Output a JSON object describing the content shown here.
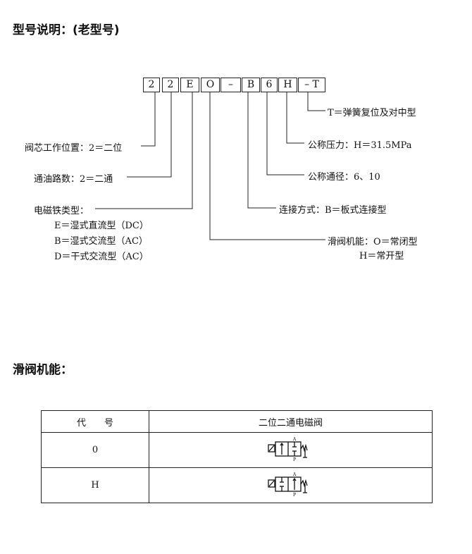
{
  "heading1": "型号说明：(老型号)",
  "code_boxes": [
    "2",
    "2",
    "E",
    "O",
    "–",
    "B",
    "6",
    "H",
    "– T"
  ],
  "left": {
    "position": "阀芯工作位置：2＝二位",
    "ports": "通油路数：2＝二通",
    "solenoid": "电磁铁类型：",
    "sol_e": "E＝湿式直流型（DC）",
    "sol_b": "B＝湿式交流型（AC）",
    "sol_d": "D＝干式交流型（AC）"
  },
  "right": {
    "t": "T＝弹簧复位及对中型",
    "pressure": "公称压力：H＝31.5MPa",
    "diameter": "公称通径：6、10",
    "connection": "连接方式：B＝板式连接型",
    "function": "滑阀机能：O＝常闭型",
    "function_h": "H＝常开型"
  },
  "heading2": "滑阀机能：",
  "table": {
    "headers": [
      "代　　号",
      "二位二通电磁阀"
    ],
    "rows": [
      {
        "code": "0",
        "port_a": "A",
        "port_p": "P"
      },
      {
        "code": "H",
        "port_a": "A",
        "port_p": "P"
      }
    ]
  }
}
